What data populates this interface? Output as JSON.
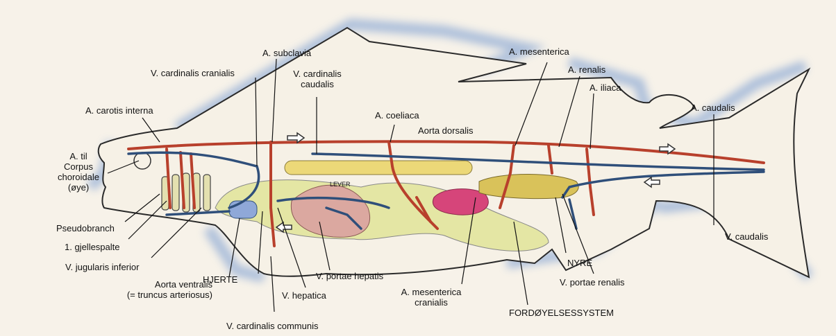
{
  "labels": {
    "a_carotis_interna": "A. carotis interna",
    "v_cardinalis_cranialis": "V. cardinalis cranialis",
    "a_subclavia": "A. subclavia",
    "v_cardinalis_caudalis_1": "V. cardinalis",
    "v_cardinalis_caudalis_2": "caudalis",
    "a_coeliaca": "A. coeliaca",
    "aorta_dorsalis": "Aorta dorsalis",
    "a_mesenterica": "A. mesenterica",
    "a_renalis": "A. renalis",
    "a_iliaca": "A. iliaca",
    "a_caudalis": "A. caudalis",
    "v_caudalis": "V. caudalis",
    "a_til_1": "A. til",
    "a_til_2": "Corpus",
    "a_til_3": "choroidale",
    "a_til_4": "(øye)",
    "pseudobranch": "Pseudobranch",
    "gjellespalte": "1. gjellespalte",
    "v_jugularis_inferior": "V. jugularis inferior",
    "aorta_ventralis_1": "Aorta ventralis",
    "aorta_ventralis_2": "(= truncus arteriosus)",
    "hjerte": "HJERTE",
    "v_cardinalis_communis": "V. cardinalis communis",
    "v_hepatica": "V. hepatica",
    "v_portae_hepatis": "V. portae hepatis",
    "a_mesenterica_cranialis_1": "A. mesenterica",
    "a_mesenterica_cranialis_2": "cranialis",
    "fordoyelsessystem": "FORDØYELSESSYSTEM",
    "nyre": "NYRE",
    "v_portae_renalis": "V. portae renalis",
    "lever": "LEVER"
  },
  "colors": {
    "artery": "#b8402c",
    "vein": "#2f4f7a",
    "body_outline": "#2a2a2a",
    "shading": "#5f86c4",
    "gut": "#e4e6a4",
    "liver": "#dba8a0",
    "kidney": "#d9c25a",
    "spleen": "#d6457a",
    "swimbladder": "#ecd878"
  }
}
